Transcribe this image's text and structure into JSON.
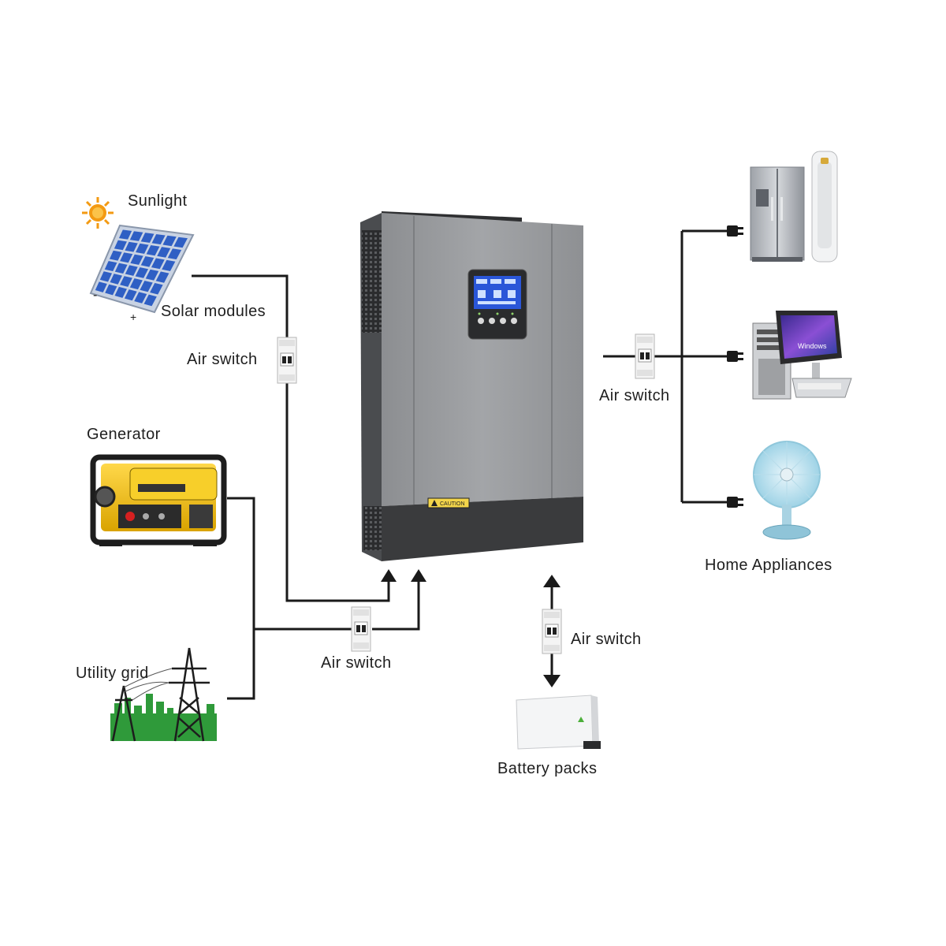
{
  "labels": {
    "sunlight": "Sunlight",
    "solar_modules": "Solar modules",
    "solar_minus": "-",
    "solar_plus": "+",
    "air_switch_solar": "Air switch",
    "generator": "Generator",
    "utility_grid": "Utility grid",
    "air_switch_input": "Air switch",
    "air_switch_output": "Air switch",
    "air_switch_battery": "Air switch",
    "home_appliances": "Home Appliances",
    "battery_packs": "Battery packs"
  },
  "inverter": {
    "caution_label": "CAUTION"
  },
  "monitor": {
    "screen_text": "Windows"
  },
  "colors": {
    "wire": "#1a1a1a",
    "inverter_face": "#9a9c9f",
    "inverter_side": "#4a4c4f",
    "inverter_base": "#3a3b3d",
    "lcd_screen": "#2a56d8",
    "solar_cell": "#2f5fc4",
    "sun": "#f39a12",
    "generator_body": "#f2c21a",
    "grid_ground": "#2f9a3a",
    "monitor_screen": "#7a3fc1"
  },
  "icons": [
    "sun-icon",
    "solar-panel-icon",
    "generator-icon",
    "power-tower-icon",
    "inverter-icon",
    "air-switch-icon",
    "plug-icon",
    "refrigerator-icon",
    "tower-fan-icon",
    "computer-icon",
    "desk-fan-icon",
    "battery-pack-icon",
    "arrow-icon"
  ]
}
